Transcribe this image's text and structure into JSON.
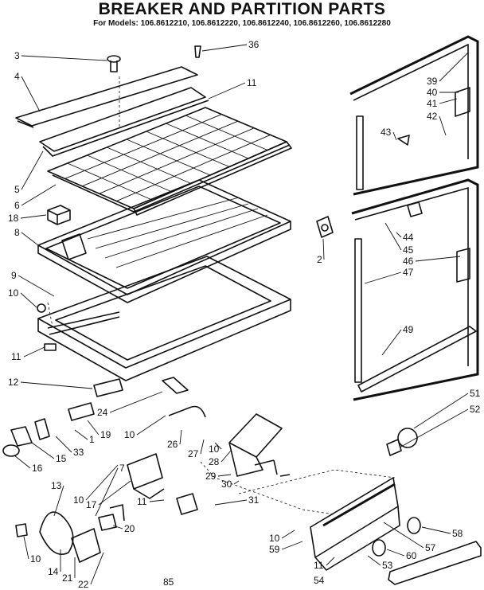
{
  "title": "BREAKER AND PARTITION PARTS",
  "models": "For Models: 106.8612210, 106.8612220, 106.8612240, 106.8612260, 106.8612280",
  "footer": "85",
  "callouts": [
    {
      "id": "c3",
      "text": "3"
    },
    {
      "id": "c36",
      "text": "36"
    },
    {
      "id": "c4",
      "text": "4"
    },
    {
      "id": "c11a",
      "text": "11"
    },
    {
      "id": "c39",
      "text": "39"
    },
    {
      "id": "c40",
      "text": "40"
    },
    {
      "id": "c41",
      "text": "41"
    },
    {
      "id": "c42",
      "text": "42"
    },
    {
      "id": "c43",
      "text": "43"
    },
    {
      "id": "c5",
      "text": "5"
    },
    {
      "id": "c6",
      "text": "6"
    },
    {
      "id": "c18",
      "text": "18"
    },
    {
      "id": "c8",
      "text": "8"
    },
    {
      "id": "c2",
      "text": "2"
    },
    {
      "id": "c44",
      "text": "44"
    },
    {
      "id": "c45",
      "text": "45"
    },
    {
      "id": "c46",
      "text": "46"
    },
    {
      "id": "c47",
      "text": "47"
    },
    {
      "id": "c9",
      "text": "9"
    },
    {
      "id": "c10a",
      "text": "10"
    },
    {
      "id": "c11b",
      "text": "11"
    },
    {
      "id": "c49",
      "text": "49"
    },
    {
      "id": "c12",
      "text": "12"
    },
    {
      "id": "c24",
      "text": "24"
    },
    {
      "id": "c51",
      "text": "51"
    },
    {
      "id": "c52",
      "text": "52"
    },
    {
      "id": "c19",
      "text": "19"
    },
    {
      "id": "c10b",
      "text": "10"
    },
    {
      "id": "c1",
      "text": "1"
    },
    {
      "id": "c33",
      "text": "33"
    },
    {
      "id": "c26",
      "text": "26"
    },
    {
      "id": "c27",
      "text": "27"
    },
    {
      "id": "c10c",
      "text": "10"
    },
    {
      "id": "c28",
      "text": "28"
    },
    {
      "id": "c15",
      "text": "15"
    },
    {
      "id": "c16",
      "text": "16"
    },
    {
      "id": "c29",
      "text": "29"
    },
    {
      "id": "c30",
      "text": "30"
    },
    {
      "id": "c7",
      "text": "7"
    },
    {
      "id": "c10d",
      "text": "10"
    },
    {
      "id": "c17",
      "text": "17"
    },
    {
      "id": "c11c",
      "text": "11"
    },
    {
      "id": "c31",
      "text": "31"
    },
    {
      "id": "c13",
      "text": "13"
    },
    {
      "id": "c20",
      "text": "20"
    },
    {
      "id": "c58",
      "text": "58"
    },
    {
      "id": "c10e",
      "text": "10"
    },
    {
      "id": "c59",
      "text": "59"
    },
    {
      "id": "c57",
      "text": "57"
    },
    {
      "id": "c60",
      "text": "60"
    },
    {
      "id": "c10f",
      "text": "10"
    },
    {
      "id": "c14",
      "text": "14"
    },
    {
      "id": "c21",
      "text": "21"
    },
    {
      "id": "c11d",
      "text": "11"
    },
    {
      "id": "c54",
      "text": "54"
    },
    {
      "id": "c53",
      "text": "53"
    },
    {
      "id": "c22",
      "text": "22"
    }
  ]
}
